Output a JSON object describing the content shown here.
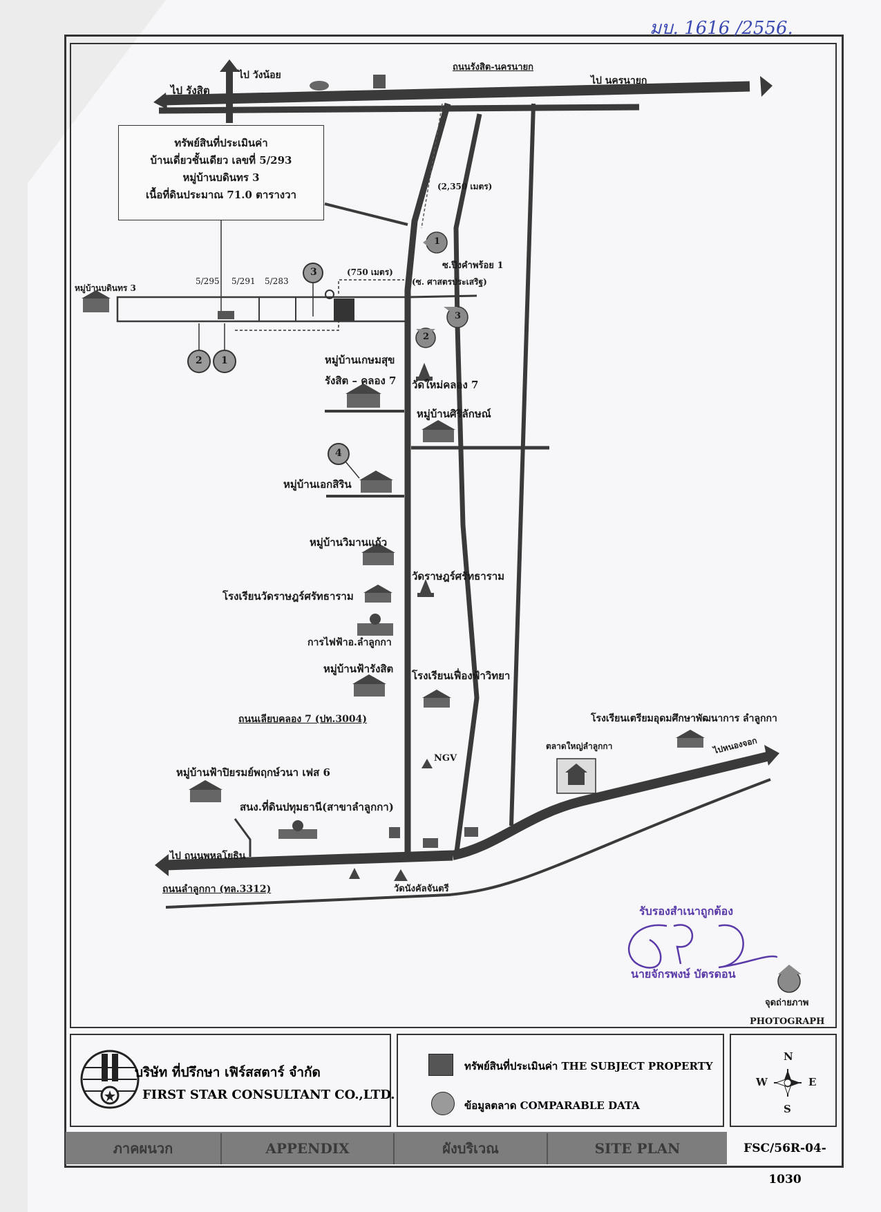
{
  "handwritten_ref": "มบ. 1616 /2556.",
  "map": {
    "top_left_to": "ไป รังสิต",
    "top_north_to": "ไป วังน้อย",
    "top_road": "ถนนรังสิต-นครนายก",
    "top_right_to": "ไป นครนายก",
    "subject_box": {
      "line1": "ทรัพย์สินที่ประเมินค่า",
      "line2": "บ้านเดี่ยวชั้นเดียว เลขที่ 5/293",
      "line3": "หมู่บ้านบดินทร 3",
      "line4": "เนื้อที่ดินประมาณ 71.0 ตารางวา"
    },
    "distance_2350": "(2,350 เมตร)",
    "distance_750": "(750 เมตร)",
    "soi_1": "ซ.ปึงคำพร้อย 1",
    "soi_1b": "(ซ. ศาสตรประเสริฐ)",
    "village_bodintorn": "หมู่บ้านบดินทร 3",
    "house_5295": "5/295",
    "house_5291": "5/291",
    "house_5283": "5/283",
    "markers": [
      "1",
      "2",
      "3",
      "4"
    ],
    "kasemsuk_1": "หมู่บ้านเกษมสุข",
    "kasemsuk_2": "รังสิต – คลอง 7",
    "wat_mai": "วัดใหม่คลอง 7",
    "sirilak": "หมู่บ้านศิริลักษณ์",
    "eksirin": "หมู่บ้านเอกสิริน",
    "wimankaew": "หมู่บ้านวิมานแก้ว",
    "wat_ratsattha": "วัดราษฎร์ศรัทธาราม",
    "school_wat": "โรงเรียนวัดราษฎร์ศรัทธาราม",
    "pea": "การไฟฟ้าอ.ลำลูกกา",
    "fahrangsit": "หมู่บ้านฟ้ารังสิต",
    "school_feuangfa": "โรงเรียนเฟื่องฟ้าวิทยา",
    "road_klong7": "ถนนเลียบคลอง 7 (ปท.3004)",
    "ngv": "NGV",
    "school_triam": "โรงเรียนเตรียมอุดมศึกษาพัฒนาการ ลำลูกกา",
    "market": "ตลาดใหญ่ลำลูกกา",
    "nongchok": "ไปหนองจอก",
    "fapiyarom": "หมู่บ้านฟ้าปิยรมย์พฤกษ์วนา เฟส 6",
    "land_office": "สนง.ที่ดินปทุมธานี(สาขาลำลูกกา)",
    "phahon": "ไป ถนนพหลโยธิน",
    "lamlukka_road": "ถนนลำลูกกา (ทล.3312)",
    "wat_nangkan": "วัดนังคัลจันตรี",
    "stamp_line1": "รับรองสำเนาถูกต้อง",
    "stamp_line2": "นายจักรพงษ์ บัตรดอน",
    "photo_point": "จุดถ่ายภาพ",
    "photo_en": "PHOTOGRAPH"
  },
  "company": {
    "name_th": "บริษัท ที่ปรึกษา เฟิร์สสตาร์ จำกัด",
    "name_en": "FIRST STAR CONSULTANT CO.,LTD."
  },
  "legend": {
    "subject": "ทรัพย์สินที่ประเมินค่า THE SUBJECT PROPERTY",
    "comparable": "ข้อมูลตลาด COMPARABLE DATA"
  },
  "compass": {
    "n": "N",
    "s": "S",
    "e": "E",
    "w": "W"
  },
  "footer": {
    "cells": [
      "ภาคผนวก",
      "APPENDIX",
      "ผังบริเวณ",
      "SITE PLAN"
    ],
    "doc_code": "FSC/56R-04-1030"
  },
  "colors": {
    "road": "#3a3a3a",
    "marker": "#8a8a8a",
    "stamp": "#5a3aa8",
    "footer": "#7d7d7d"
  }
}
